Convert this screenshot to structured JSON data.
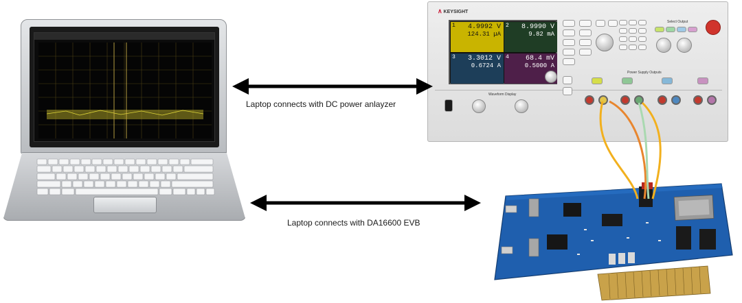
{
  "captions": {
    "top": "Laptop connects with DC power anlayzer",
    "bottom": "Laptop connects with DA16600 EVB"
  },
  "instrument": {
    "brand": "KEYSIGHT",
    "channels": [
      {
        "num": "1",
        "voltage": "4.9992 V",
        "current": "124.31 µA"
      },
      {
        "num": "2",
        "voltage": "8.9990 V",
        "current": "9.82 mA"
      },
      {
        "num": "3",
        "voltage": "3.3012 V",
        "current": "0.6724 A"
      },
      {
        "num": "4",
        "voltage": "68.4 mV",
        "current": "0.5000 A"
      }
    ],
    "labels": {
      "power_supply_outputs": "Power Supply Outputs",
      "waveform_display": "Waveform Display",
      "select_output": "Select Output"
    }
  },
  "colors": {
    "arrow": "#000000",
    "wire_yellow": "#f2b01e",
    "wire_orange": "#e8862e",
    "wire_green": "#a9d9b0",
    "board": "#1f5fae",
    "scope_trace": "#c9c32a"
  },
  "icons": [
    "laptop-icon",
    "power-analyzer-icon",
    "evb-board-icon",
    "double-arrow-icon"
  ]
}
